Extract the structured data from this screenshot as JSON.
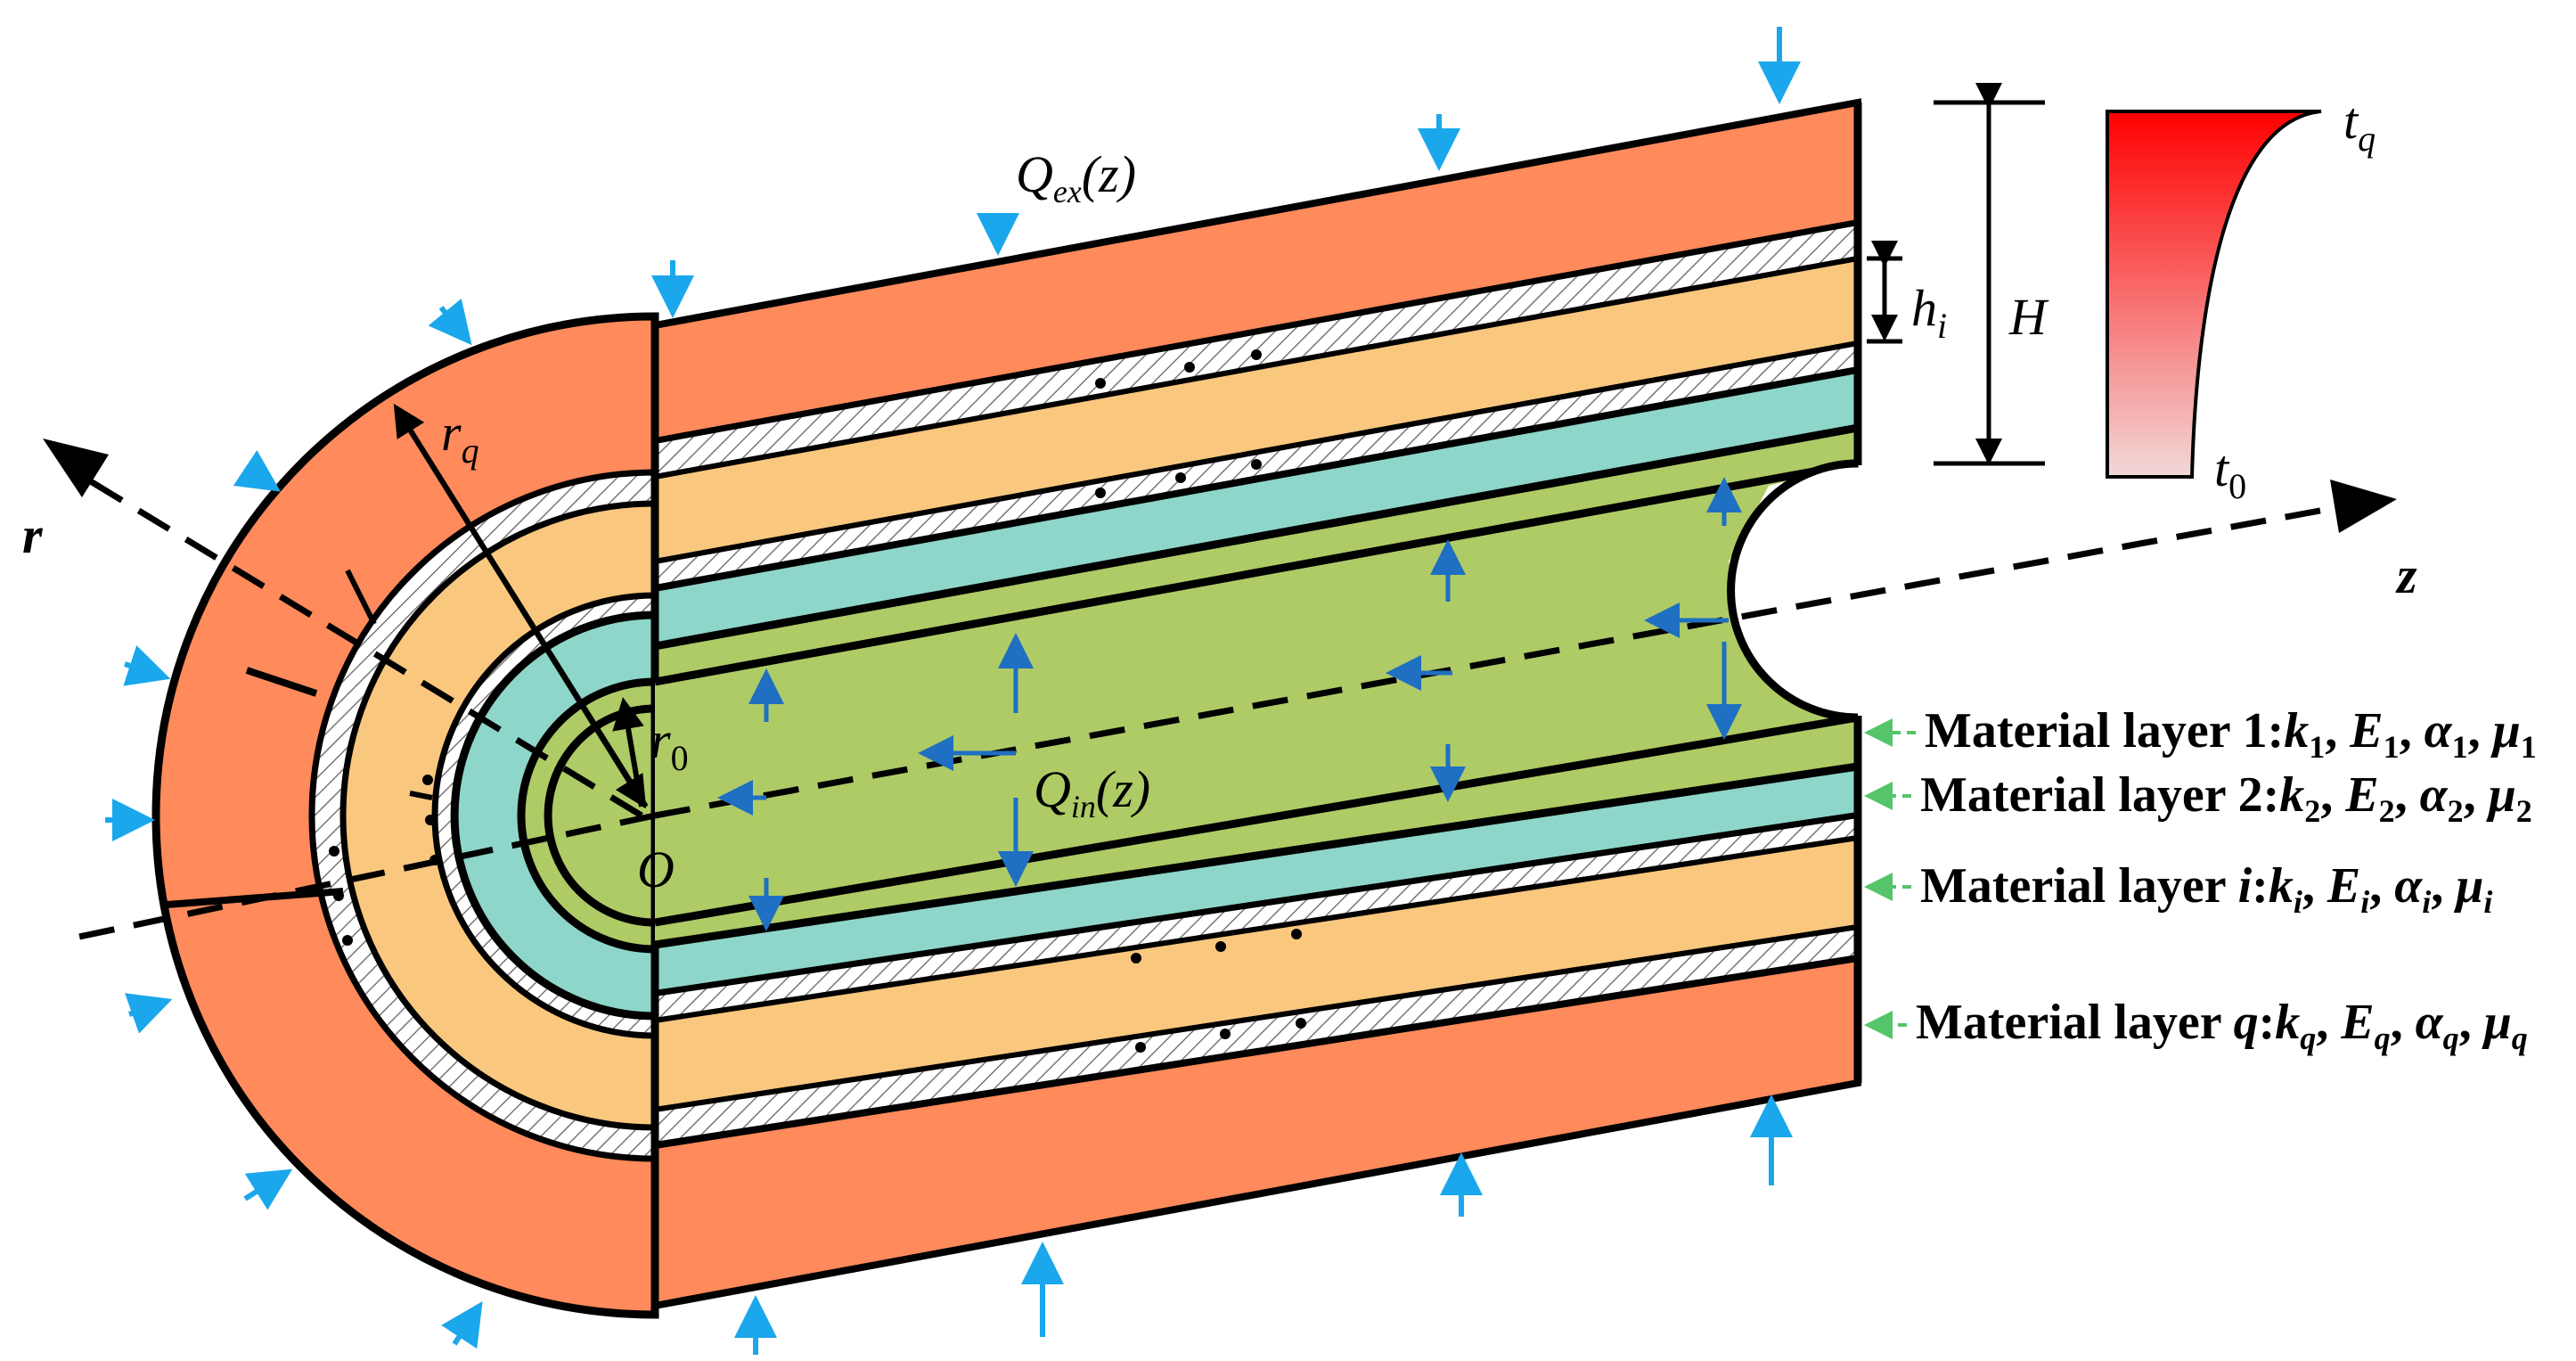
{
  "symbols": {
    "r_axis": "r",
    "z_axis": "z",
    "origin": "O",
    "r_q": "r",
    "r_q_sub": "q",
    "r_0": "r",
    "r_0_sub": "0",
    "h_i": "h",
    "h_i_sub": "i",
    "H": "H",
    "t_q": "t",
    "t_q_sub": "q",
    "t_0": "t",
    "t_0_sub": "0",
    "Q_ex": "Q",
    "Q_ex_sub": "ex",
    "Q_ex_arg": "(z)",
    "Q_in": "Q",
    "Q_in_sub": "in",
    "Q_in_arg": "(z)"
  },
  "material_layers": [
    {
      "label": "Material layer 1:",
      "k": "k",
      "E": "E",
      "alpha": "α",
      "mu": "μ",
      "sub": "1"
    },
    {
      "label": "Material layer 2:",
      "k": "k",
      "E": "E",
      "alpha": "α",
      "mu": "μ",
      "sub": "2"
    },
    {
      "label": "Material layer i:",
      "k": "k",
      "E": "E",
      "alpha": "α",
      "mu": "μ",
      "sub": "i"
    },
    {
      "label": "Material layer q:",
      "k": "k",
      "E": "E",
      "alpha": "α",
      "mu": "μ",
      "sub": "q"
    }
  ],
  "colors": {
    "outer_layer": "#FF8A5C",
    "second_layer": "#F9C77E",
    "third_layer": "#8ED6C9",
    "inner_layer": "#AECB66",
    "arrow_blue": "#1AA7EC",
    "arrow_dark_blue": "#1F6FC2",
    "label_arrow_green": "#55C46A",
    "gradient_top": "#FF0000",
    "gradient_bottom": "#F2D8D8"
  }
}
